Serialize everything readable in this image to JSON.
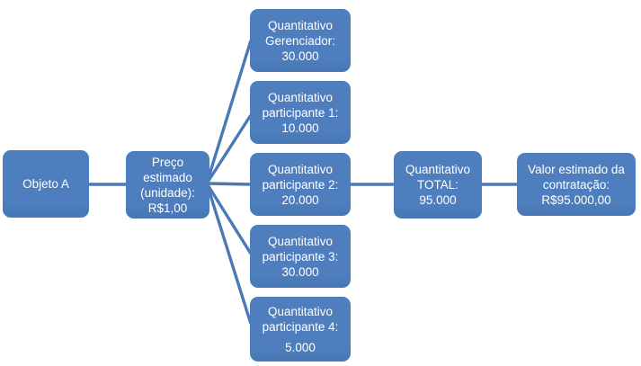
{
  "diagram": {
    "type": "smartart-flow",
    "description": "Cálculo do valor estimado da contratação",
    "colors": {
      "node_fill": "#4E7EBD",
      "connector": "#4A79B5",
      "text": "#FFFFFF",
      "background": "#FFFFFF"
    },
    "nodes": [
      {
        "id": "objeto-a",
        "text": "Objeto A",
        "lines": [
          "Objeto A"
        ]
      },
      {
        "id": "preco-estimado",
        "text": "Preço estimado (unidade): R$1,00",
        "lines": [
          "Preço",
          "estimado",
          "(unidade):",
          "R$1,00"
        ]
      },
      {
        "id": "quantitativo-gerenciador",
        "text": "Quantitativo Gerenciador: 30.000",
        "lines": [
          "Quantitativo",
          "Gerenciador:",
          "30.000"
        ]
      },
      {
        "id": "quantitativo-participante-1",
        "text": "Quantitativo participante 1: 10.000",
        "lines": [
          "Quantitativo",
          "participante 1:",
          "10.000"
        ]
      },
      {
        "id": "quantitativo-participante-2",
        "text": "Quantitativo participante 2: 20.000",
        "lines": [
          "Quantitativo",
          "participante 2:",
          "20.000"
        ]
      },
      {
        "id": "quantitativo-participante-3",
        "text": "Quantitativo participante 3: 30.000",
        "lines": [
          "Quantitativo",
          "participante 3:",
          "30.000"
        ]
      },
      {
        "id": "quantitativo-participante-4",
        "text": "Quantitativo participante 4: 5.000",
        "lines": [
          "Quantitativo",
          "participante 4:",
          "5.000"
        ]
      },
      {
        "id": "quantitativo-total",
        "text": "Quantitativo TOTAL: 95.000",
        "lines": [
          "Quantitativo",
          "TOTAL:",
          "95.000"
        ]
      },
      {
        "id": "valor-estimado",
        "text": "Valor estimado da contratação: R$95.000,00",
        "lines": [
          "Valor estimado da",
          "contratação:",
          "R$95.000,00"
        ]
      }
    ],
    "edges": [
      [
        "objeto-a",
        "preco-estimado"
      ],
      [
        "preco-estimado",
        "quantitativo-gerenciador"
      ],
      [
        "preco-estimado",
        "quantitativo-participante-1"
      ],
      [
        "preco-estimado",
        "quantitativo-participante-2"
      ],
      [
        "preco-estimado",
        "quantitativo-participante-3"
      ],
      [
        "preco-estimado",
        "quantitativo-participante-4"
      ],
      [
        "quantitativo-participante-2",
        "quantitativo-total"
      ],
      [
        "quantitativo-total",
        "valor-estimado"
      ]
    ]
  }
}
